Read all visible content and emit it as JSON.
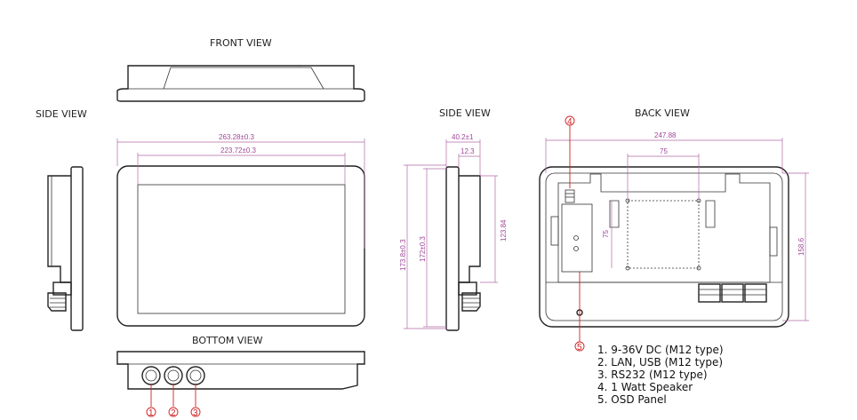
{
  "views": {
    "front": "FRONT VIEW",
    "side_left": "SIDE VIEW",
    "side_right": "SIDE VIEW",
    "back": "BACK VIEW",
    "bottom": "BOTTOM  VIEW"
  },
  "dimensions": {
    "outer_width": "263.28±0.3",
    "inner_width": "223.72±0.3",
    "outer_height": "173.8±0.3",
    "inner_height": "172±0.3",
    "depth_total": "40.2±1",
    "depth_part": "12.3",
    "side_height": "123.84",
    "back_width": "247.88",
    "vesa_w": "75",
    "vesa_h": "75",
    "back_height": "158.6"
  },
  "callouts": {
    "c1": "1",
    "c2": "2",
    "c3": "3",
    "c4": "4",
    "c5": "5"
  },
  "legend": [
    "1. 9-36V DC (M12 type)",
    "2. LAN, USB (M12 type)",
    "3. RS232 (M12 type)",
    "4. 1 Watt Speaker",
    "5. OSD Panel"
  ],
  "colors": {
    "dimension": "#a0489a",
    "callout": "#d02020",
    "outline": "#222222"
  }
}
